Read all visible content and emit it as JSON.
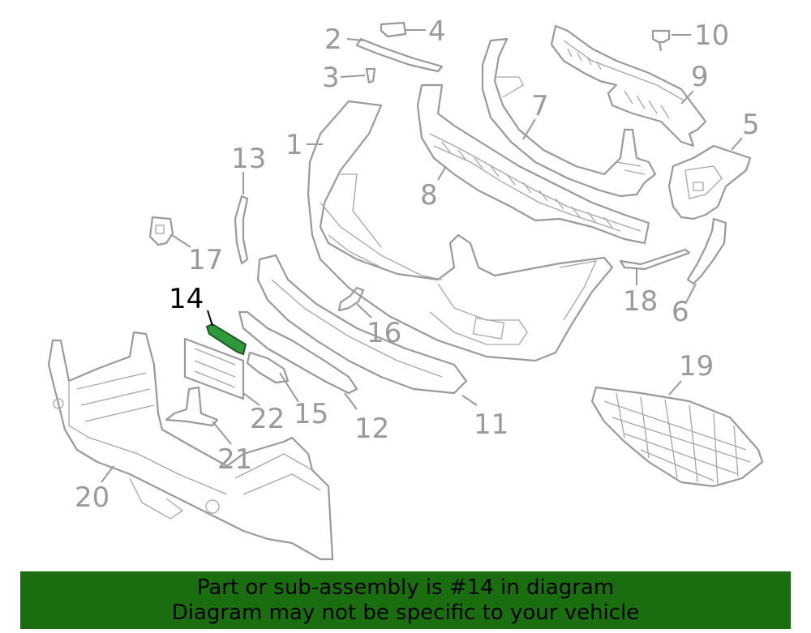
{
  "diagram": {
    "highlighted_part": "14",
    "labels": {
      "l1": "1",
      "l2": "2",
      "l3": "3",
      "l4": "4",
      "l5": "5",
      "l6": "6",
      "l7": "7",
      "l8": "8",
      "l9": "9",
      "l10": "10",
      "l11": "11",
      "l12": "12",
      "l13": "13",
      "l14": "14",
      "l15": "15",
      "l16": "16",
      "l17": "17",
      "l18": "18",
      "l19": "19",
      "l20": "20",
      "l21": "21",
      "l22": "22"
    }
  },
  "banner": {
    "line1": "Part or sub-assembly is #14 in diagram",
    "line2": "Diagram may not be specific to your vehicle"
  },
  "colors": {
    "banner_bg": "#1a6e10",
    "highlight": "#2f9a3c",
    "line": "#9a9a9a"
  }
}
